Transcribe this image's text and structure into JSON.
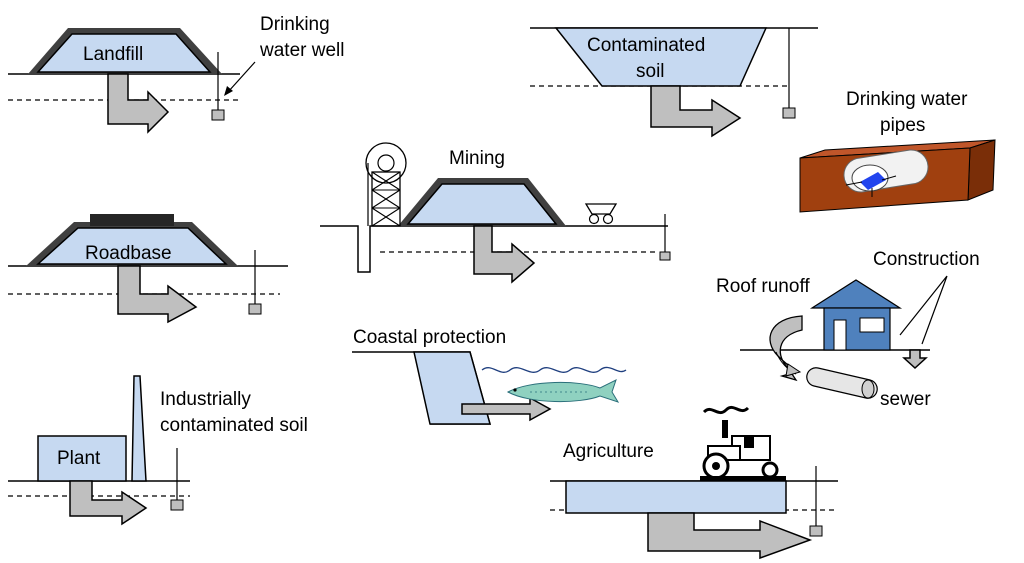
{
  "colors": {
    "pollutant_body": "#c6d9f1",
    "leach_arrow": "#bfbfbf",
    "dyke_outline": "#404040",
    "asphalt": "#262626",
    "soil_block": "#a0400f",
    "pipe_blue": "#2244ee",
    "house_blue": "#4f81bd"
  },
  "labels": {
    "landfill": "Landfill",
    "drinking_water_well": [
      "Drinking",
      "water well"
    ],
    "contaminated_soil": [
      "Contaminated",
      "soil"
    ],
    "drinking_water_pipes": [
      "Drinking water",
      "pipes"
    ],
    "mining": "Mining",
    "roadbase": "Roadbase",
    "construction": "Construction",
    "roof_runoff": "Roof runoff",
    "coastal_protection": "Coastal protection",
    "sewer": "sewer",
    "industrially_contaminated_soil": [
      "Industrially",
      "contaminated soil"
    ],
    "plant": "Plant",
    "agriculture": "Agriculture"
  },
  "icons": {
    "well": "well-icon",
    "leach_arrow": "leach-arrow-icon",
    "mine_headframe": "mine-headframe-icon",
    "mine_cart": "mine-cart-icon",
    "fish": "fish-icon",
    "house": "house-icon",
    "tractor": "tractor-icon",
    "pipe": "pipe-icon",
    "chimney": "chimney-icon"
  }
}
